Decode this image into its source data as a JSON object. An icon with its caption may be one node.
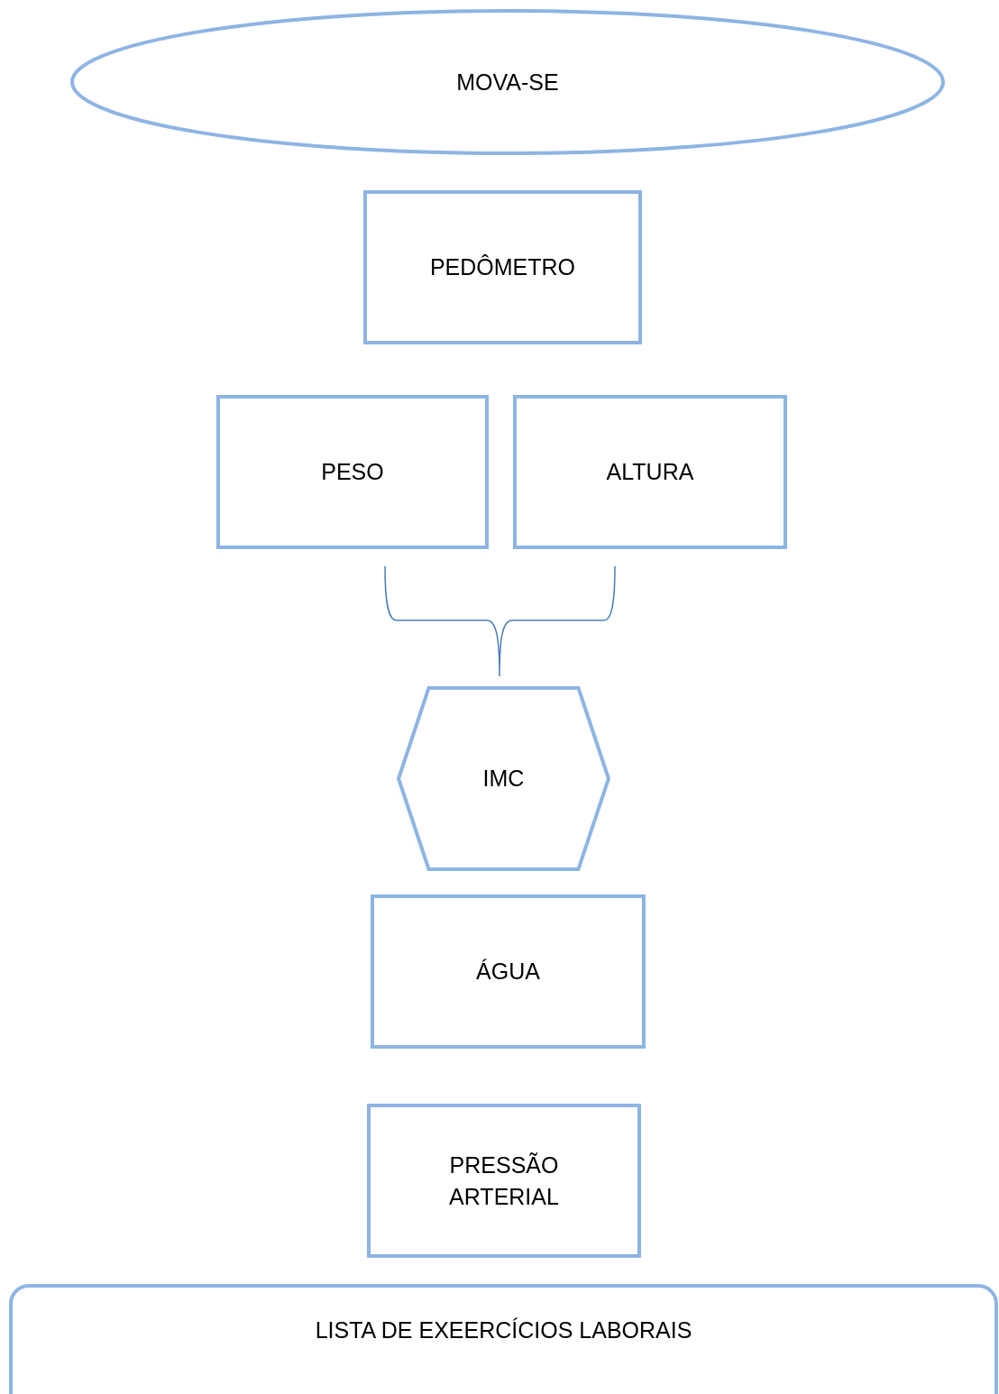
{
  "diagram": {
    "nodes": [
      {
        "text": [
          "MOVA-SE"
        ]
      },
      {
        "text": [
          "PEDÔMETRO"
        ]
      },
      {
        "text": [
          "PESO"
        ]
      },
      {
        "text": [
          "ALTURA"
        ]
      },
      {
        "text": [
          "IMC"
        ]
      },
      {
        "text": [
          "ÁGUA"
        ]
      },
      {
        "text": [
          "PRESSÃO ARTERIAL"
        ]
      },
      {
        "text": [
          "LISTA DE EXEERCÍCIOS LABORAIS"
        ]
      }
    ]
  }
}
